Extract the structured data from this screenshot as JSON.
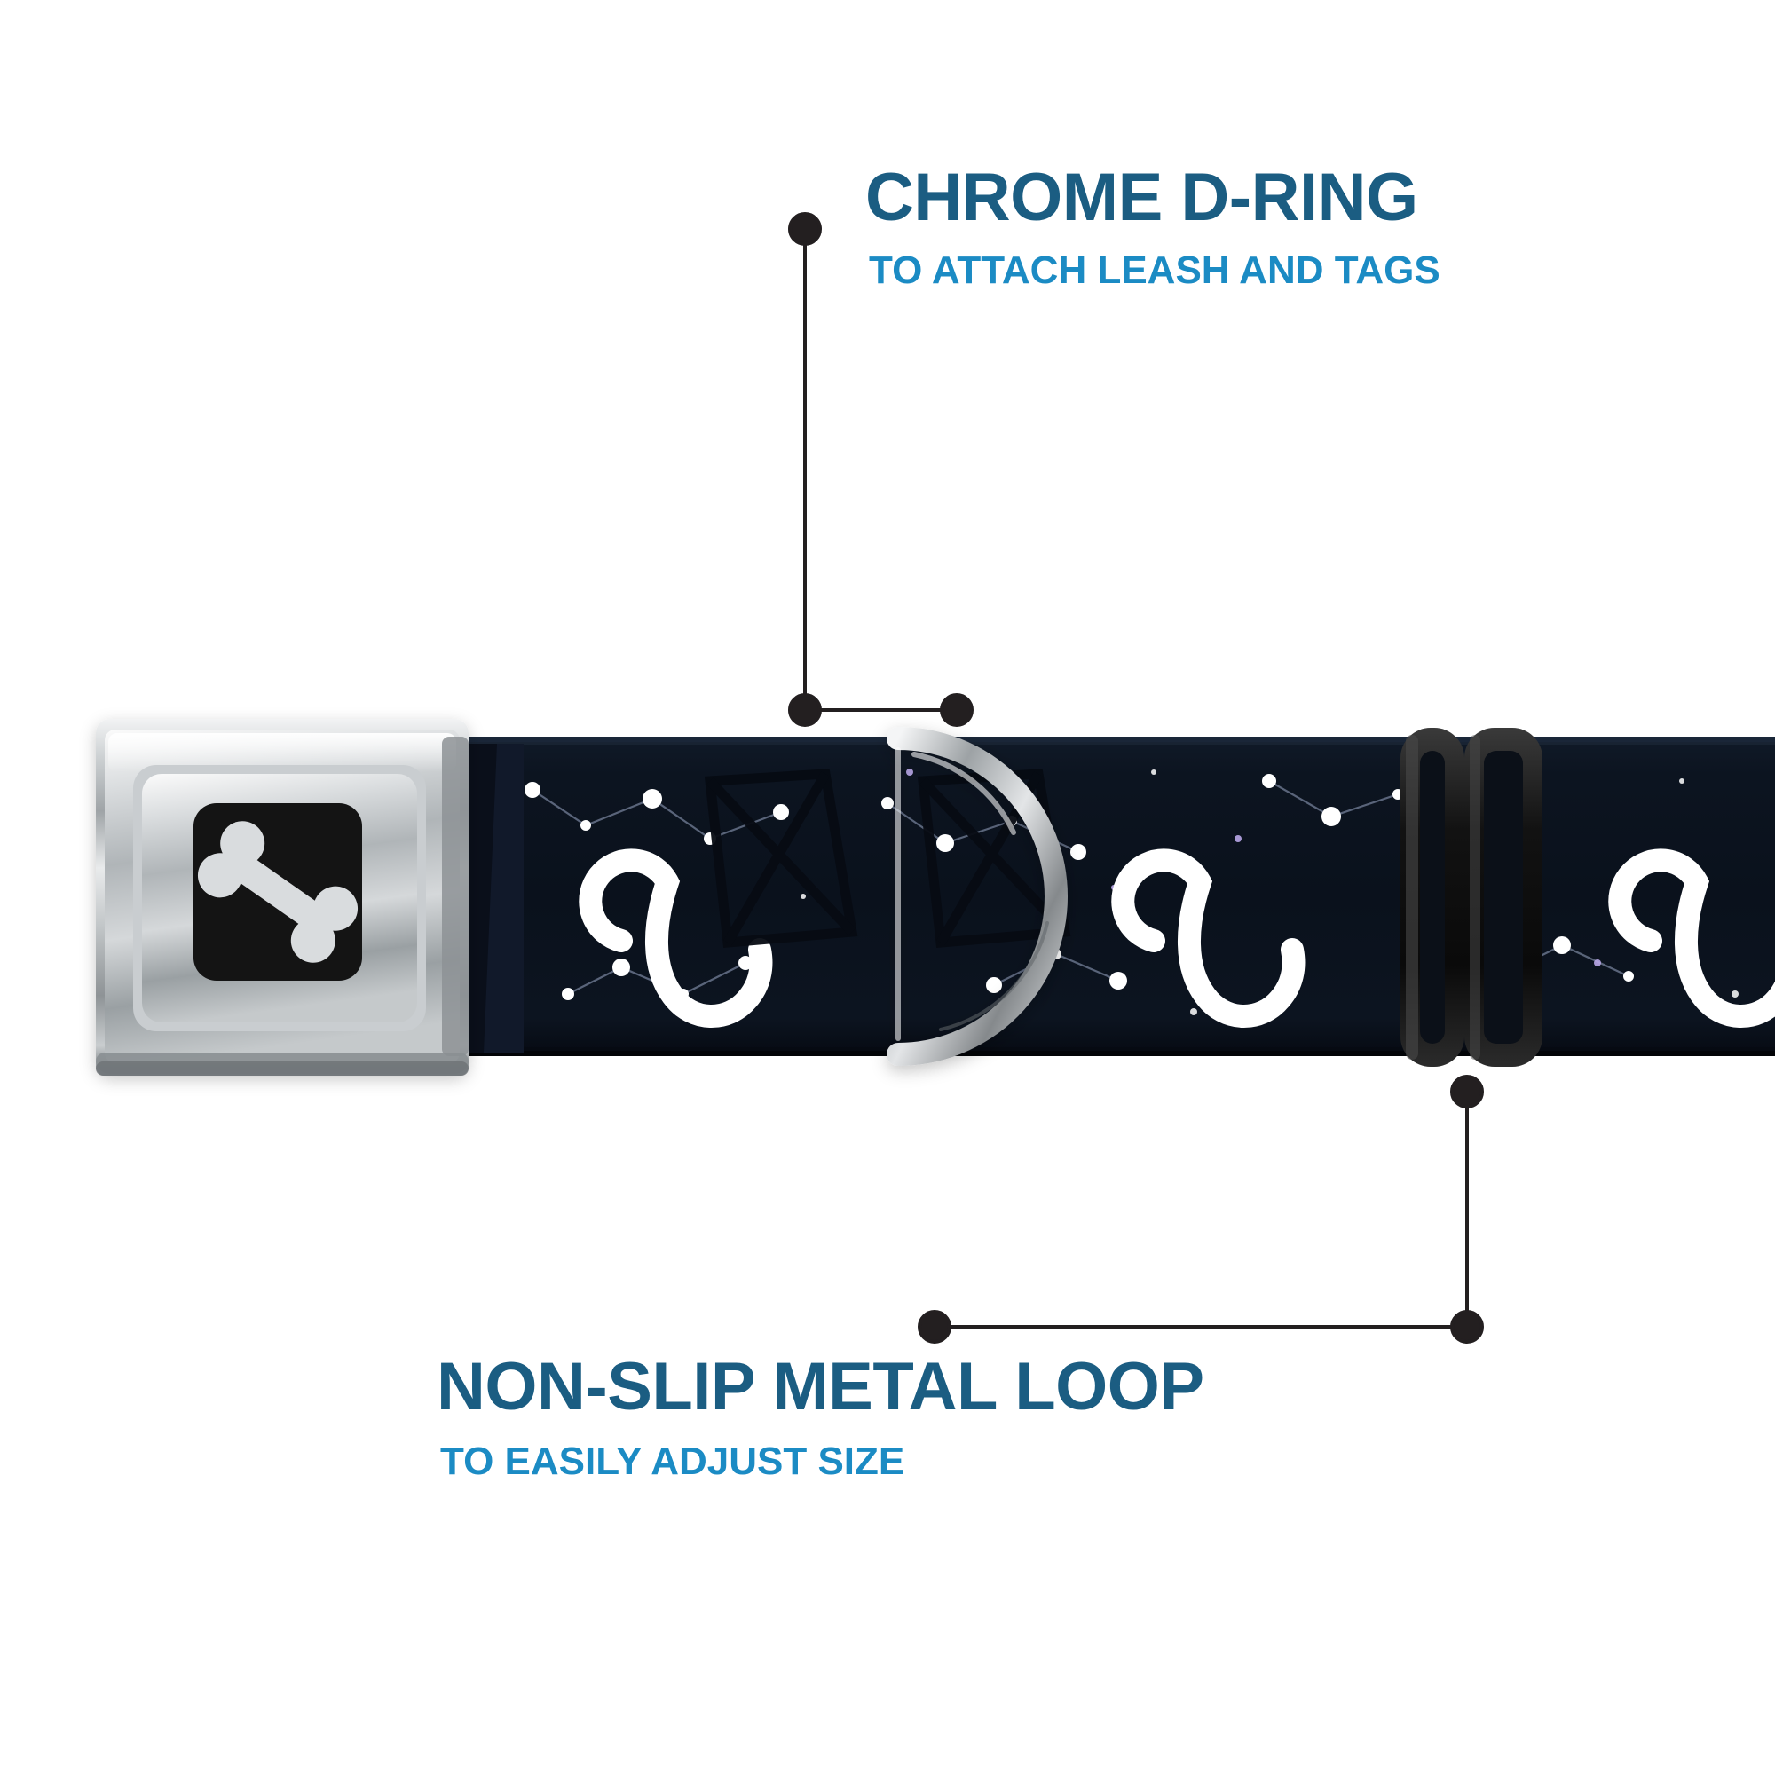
{
  "page": {
    "background_color": "#ffffff",
    "product_type": "seatbelt-buckle dog collar",
    "pattern_description": "Leo zodiac symbols and star constellations on navy-black webbing"
  },
  "callouts": [
    {
      "id": "chrome-d-ring",
      "headline": "CHROME D-RING",
      "subline": "TO ATTACH LEASH AND TAGS",
      "headline_color": "#1b5d82",
      "subline_color": "#1b8bc4",
      "leader_color": "#231f20"
    },
    {
      "id": "non-slip-metal-loop",
      "headline": "NON-SLIP METAL LOOP",
      "subline": "TO EASILY ADJUST SIZE",
      "headline_color": "#1b5d82",
      "subline_color": "#1b8bc4",
      "leader_color": "#231f20"
    }
  ],
  "product_parts": [
    {
      "name": "seatbelt-buckle",
      "color": "#b9bcbe",
      "label": "chrome seatbelt buckle with dog-bone emblem"
    },
    {
      "name": "buckle-emblem",
      "color": "#1a1a1a",
      "label": "black square emblem with white dog bone"
    },
    {
      "name": "webbing-strap",
      "color": "#0d1420",
      "label": "navy-black printed webbing"
    },
    {
      "name": "d-ring",
      "color": "#c8ccce",
      "label": "chrome D-ring"
    },
    {
      "name": "metal-loop",
      "color": "#111111",
      "label": "black non-slip metal adjuster loop"
    }
  ],
  "colors": {
    "dark_blue_text": "#1b5d82",
    "bright_blue_text": "#1b8bc4",
    "leader_black": "#231f20",
    "strap_navy": "#0d1420",
    "chrome_light": "#e8eaec",
    "chrome_mid": "#b4b8bb",
    "chrome_dark": "#7d8285",
    "star_white": "#ffffff"
  }
}
